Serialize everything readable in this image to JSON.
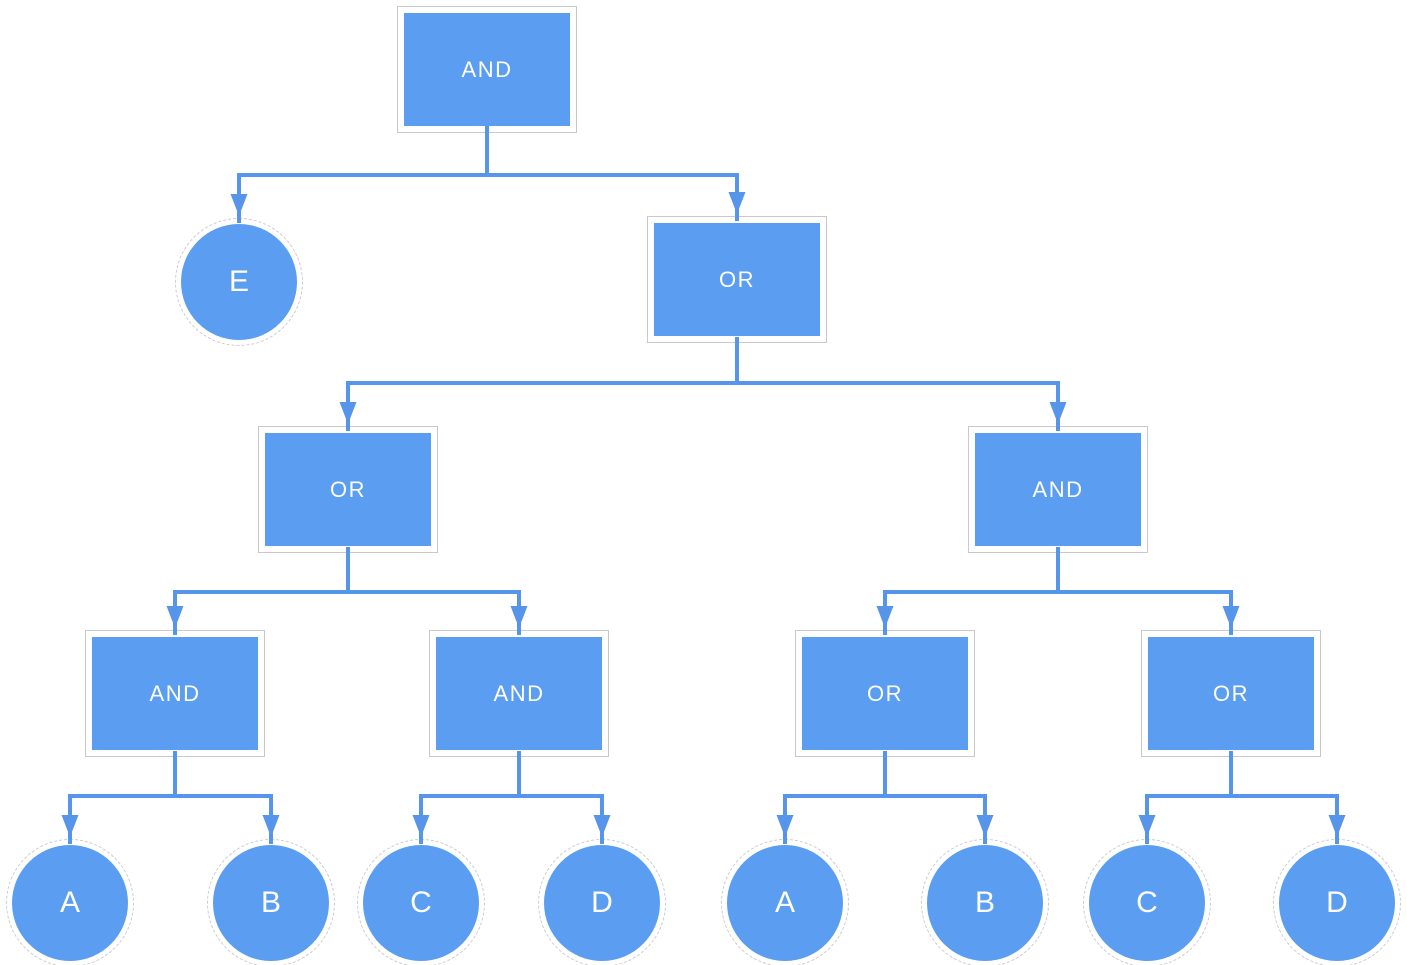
{
  "diagram": {
    "type": "logic-gate-tree",
    "colors": {
      "node_fill": "#5B9EF1",
      "connector": "#5795EA",
      "box_border": "#C9C9C9",
      "label_text": "#FFFFFF"
    },
    "nodes": {
      "root_and": {
        "label": "AND",
        "shape": "gate"
      },
      "event_e": {
        "label": "E",
        "shape": "event"
      },
      "or_l2": {
        "label": "OR",
        "shape": "gate"
      },
      "or_l3": {
        "label": "OR",
        "shape": "gate"
      },
      "and_l3": {
        "label": "AND",
        "shape": "gate"
      },
      "and_l4a": {
        "label": "AND",
        "shape": "gate"
      },
      "and_l4b": {
        "label": "AND",
        "shape": "gate"
      },
      "or_l4a": {
        "label": "OR",
        "shape": "gate"
      },
      "or_l4b": {
        "label": "OR",
        "shape": "gate"
      },
      "event_a1": {
        "label": "A",
        "shape": "event"
      },
      "event_b1": {
        "label": "B",
        "shape": "event"
      },
      "event_c1": {
        "label": "C",
        "shape": "event"
      },
      "event_d1": {
        "label": "D",
        "shape": "event"
      },
      "event_a2": {
        "label": "A",
        "shape": "event"
      },
      "event_b2": {
        "label": "B",
        "shape": "event"
      },
      "event_c2": {
        "label": "C",
        "shape": "event"
      },
      "event_d2": {
        "label": "D",
        "shape": "event"
      }
    }
  }
}
